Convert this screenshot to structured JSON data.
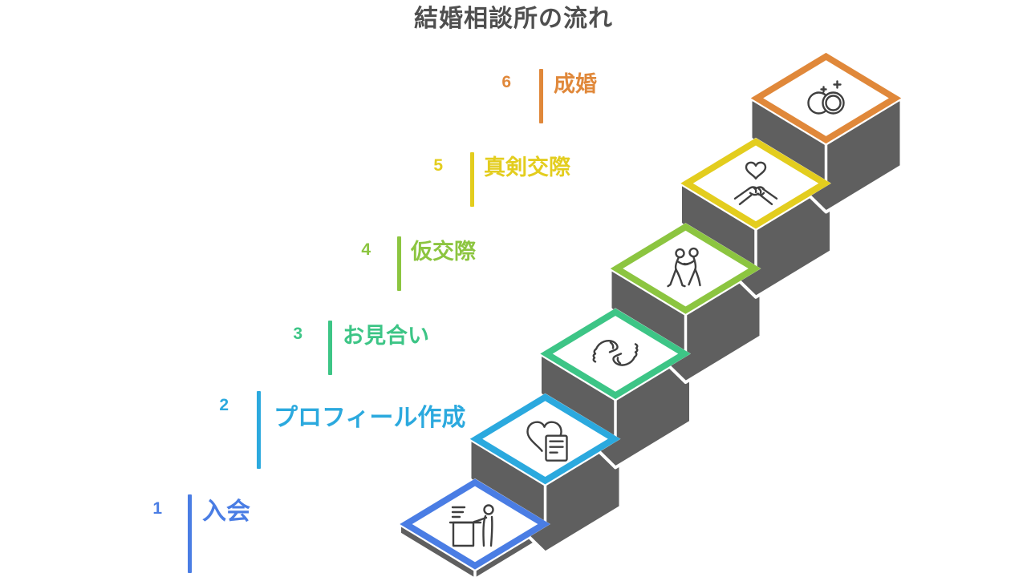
{
  "title": "結婚相談所の流れ",
  "colors": {
    "title": "#4f4f4f",
    "wall_gray": "#5f5f5f",
    "wall_seam": "#ffffff",
    "tile_face": "#ffffff",
    "icon_stroke": "#3f3f3f",
    "background": "#ffffff"
  },
  "steps": [
    {
      "number": "1",
      "label": "入会",
      "color": "#4a7de4",
      "icon": "registration-desk-icon"
    },
    {
      "number": "2",
      "label": "プロフィール作成",
      "color": "#2ba9de",
      "icon": "heart-document-icon"
    },
    {
      "number": "3",
      "label": "お見合い",
      "color": "#3dc586",
      "icon": "greeting-hands-icon"
    },
    {
      "number": "4",
      "label": "仮交際",
      "color": "#8cc540",
      "icon": "walking-couple-icon"
    },
    {
      "number": "5",
      "label": "真剣交際",
      "color": "#e3cd1e",
      "icon": "clasped-hands-heart-icon"
    },
    {
      "number": "6",
      "label": "成婚",
      "color": "#e0883a",
      "icon": "wedding-rings-icon"
    }
  ]
}
